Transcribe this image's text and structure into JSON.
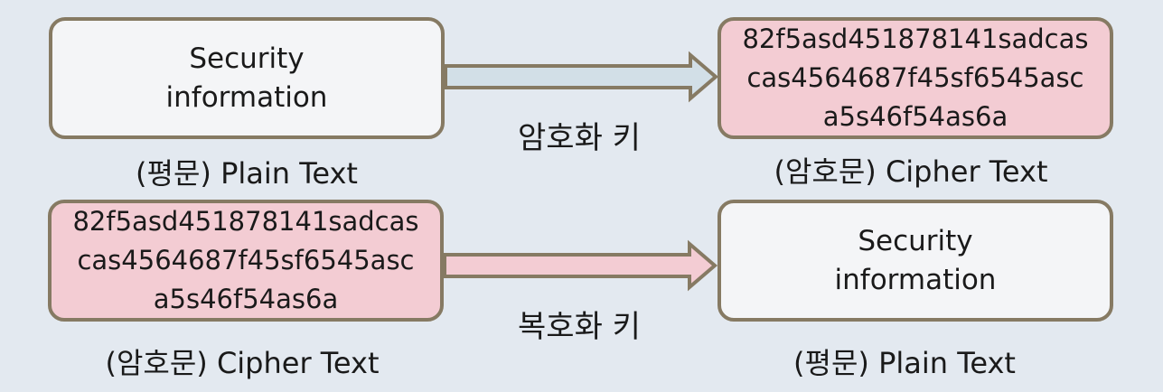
{
  "encryption_row": {
    "plaintext_lines": [
      "Security",
      "information"
    ],
    "plaintext_caption": "(평문) Plain Text",
    "key_label": "암호화 키",
    "ciphertext_lines": [
      "82f5asd451878141sadcas",
      "cas4564687f45sf6545asc",
      "a5s46f54as6a"
    ],
    "ciphertext_caption": "(암호문) Cipher Text"
  },
  "decryption_row": {
    "ciphertext_lines": [
      "82f5asd451878141sadcas",
      "cas4564687f45sf6545asc",
      "a5s46f54as6a"
    ],
    "ciphertext_caption": "(암호문) Cipher Text",
    "key_label": "복호화 키",
    "plaintext_lines": [
      "Security",
      "information"
    ],
    "plaintext_caption": "(평문) Plain Text"
  },
  "colors": {
    "border": "#867a63",
    "plain_fill": "#f4f5f7",
    "cipher_fill": "#f3ccd3",
    "encrypt_arrow_fill": "#d2dfe7",
    "decrypt_arrow_fill": "#f3ccd3"
  }
}
